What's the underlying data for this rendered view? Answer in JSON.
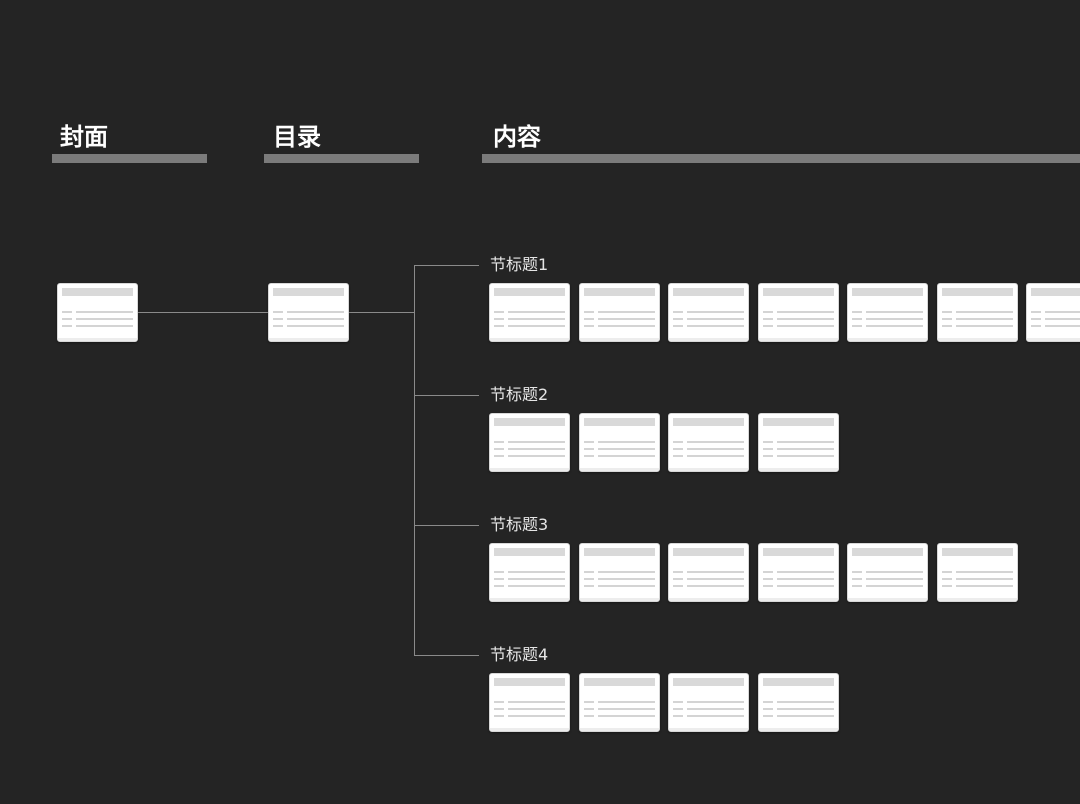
{
  "headers": {
    "cover": "封面",
    "toc": "目录",
    "content": "内容"
  },
  "sections": [
    {
      "label": "节标题1",
      "slides": 7
    },
    {
      "label": "节标题2",
      "slides": 4
    },
    {
      "label": "节标题3",
      "slides": 6
    },
    {
      "label": "节标题4",
      "slides": 4
    }
  ],
  "colors": {
    "background": "#242424",
    "bar": "#7b7b7b",
    "connector": "#8a8a8a",
    "slide": "#ffffff"
  }
}
